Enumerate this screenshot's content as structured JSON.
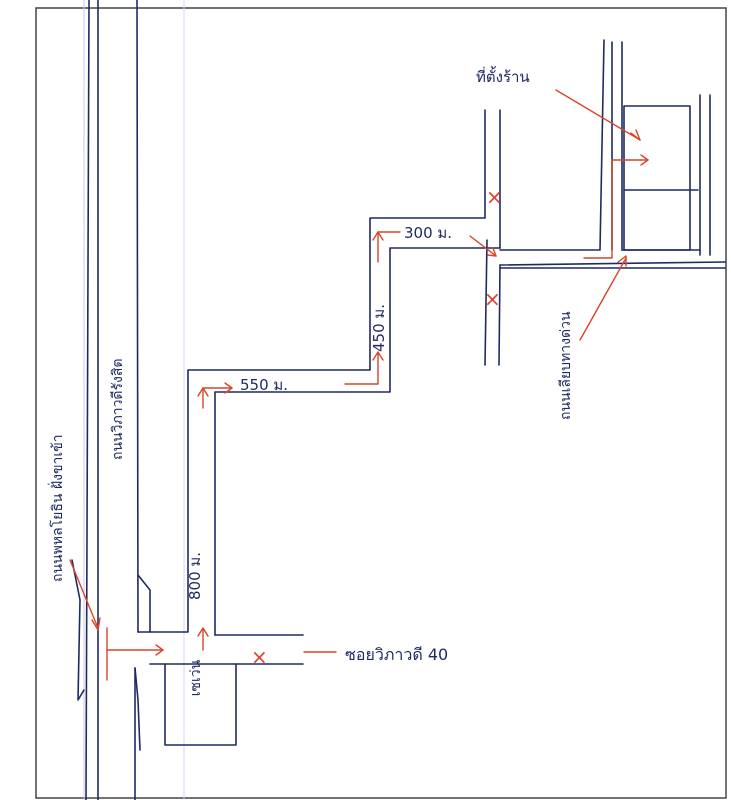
{
  "colors": {
    "ink": "#1f2a63",
    "route": "#d9442b",
    "paper": "#ffffff"
  },
  "labels": {
    "main_road": "ถนนวิภาวดีรังสิต",
    "main_road_note": "ถนนพหลโยธิน ฝั่งขาเข้า",
    "soi": "ซอยวิภาวดี 40",
    "landmark_bottom": "เซเว่น",
    "destination": "ที่ตั้งร้าน",
    "side_road": "ถนนเลียบทางด่วน"
  },
  "distances": {
    "d1": "800 ม.",
    "d2": "550 ม.",
    "d3": "450 ม.",
    "d4": "300 ม."
  },
  "marks": {
    "x1": "×",
    "x2": "×",
    "x3": "×"
  }
}
